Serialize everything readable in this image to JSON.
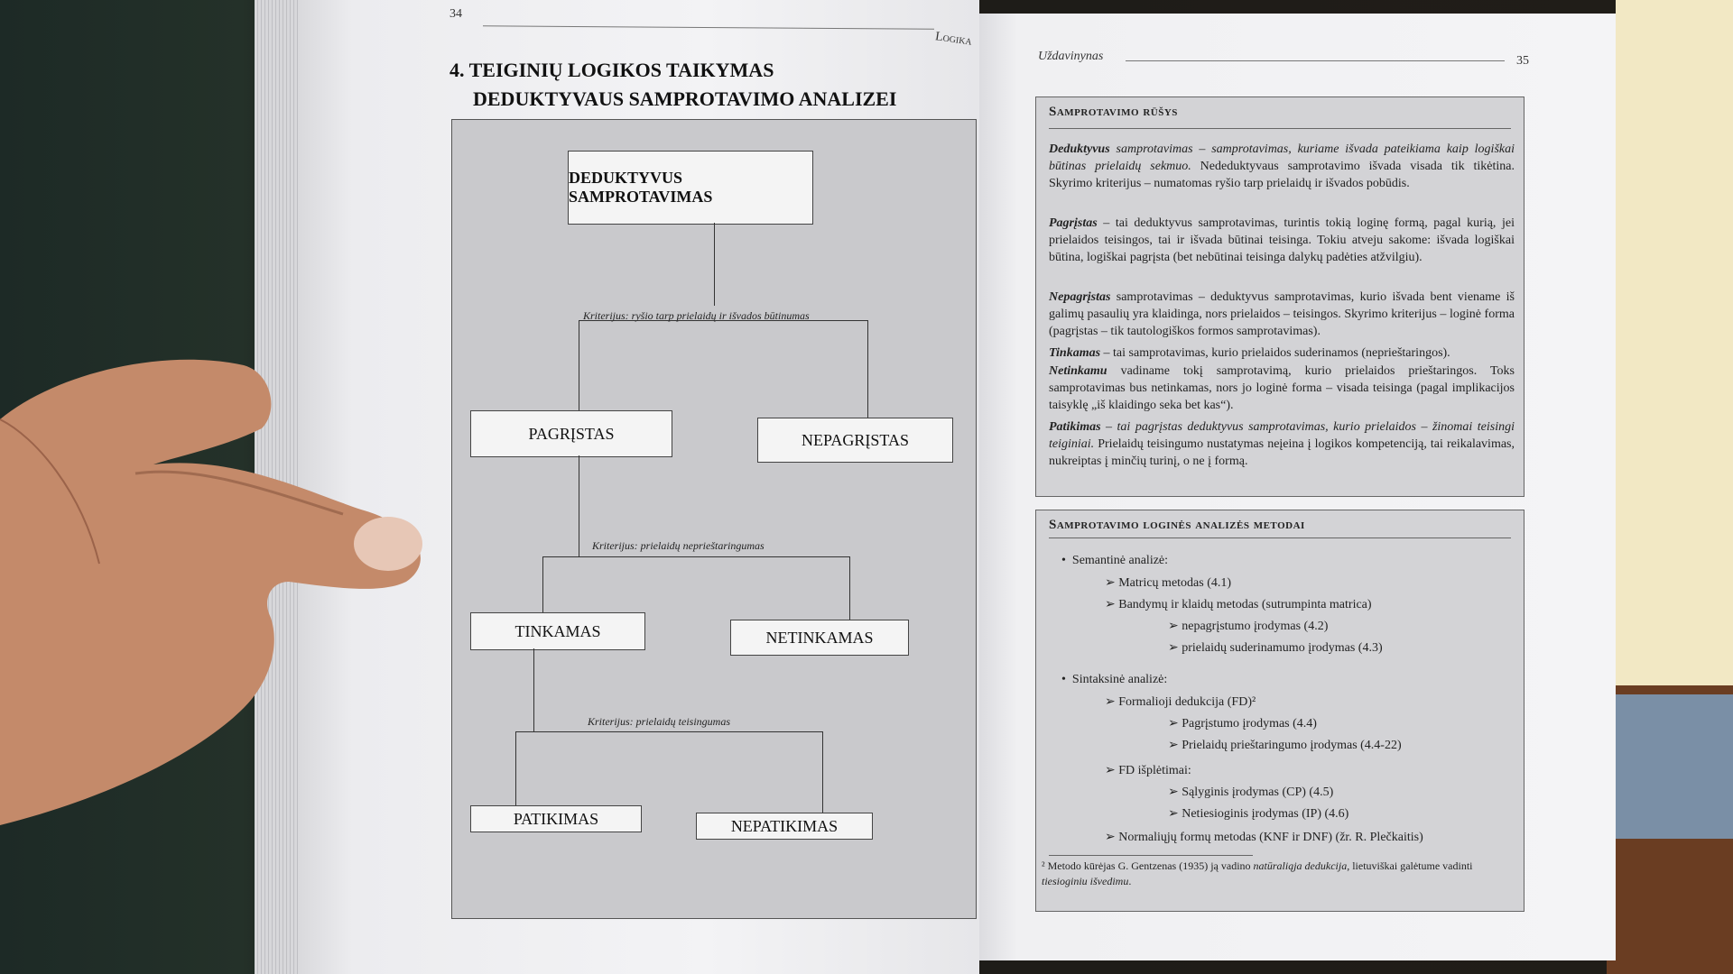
{
  "left_page": {
    "page_number": "34",
    "running_head": "Logika",
    "chapter_title_line1": "4. TEIGINIŲ LOGIKOS TAIKYMAS",
    "chapter_title_line2": "DEDUKTYVAUS SAMPROTAVIMO ANALIZEI",
    "diagram": {
      "root": "DEDUKTYVUS SAMPROTAVIMAS",
      "criterion1": "Kriterijus: ryšio tarp prielaidų ir išvados būtinumas",
      "node_valid": "PAGRĮSTAS",
      "node_invalid": "NEPAGRĮSTAS",
      "criterion2": "Kriterijus: prielaidų neprieštaringumas",
      "node_proper": "TINKAMAS",
      "node_improper": "NETINKAMAS",
      "criterion3": "Kriterijus: prielaidų teisingumas",
      "node_sound": "PATIKIMAS",
      "node_unsound": "NEPATIKIMAS"
    }
  },
  "right_page": {
    "running_head": "Uždavinynas",
    "page_number": "35",
    "panel1": {
      "title": "Samprotavimo rūšys",
      "p1_term": "Deduktyvus",
      "p1_italic": " samprotavimas – samprotavimas, kuriame išvada pateikiama kaip logiškai būtinas prielaidų sekmuo.",
      "p1_rest": " Nededuktyvaus samprotavimo išvada visada tik tikėtina. Skyrimo kriterijus – numatomas ryšio tarp prielaidų ir išvados pobūdis.",
      "p2_term": "Pagrįstas",
      "p2_rest": " – tai deduktyvus samprotavimas, turintis tokią loginę formą, pagal kurią, jei prielaidos teisingos, tai ir išvada būtinai teisinga. Tokiu atveju sakome: išvada logiškai būtina, logiškai pagrįsta (bet nebūtinai teisinga dalykų padėties atžvilgiu).",
      "p3_term": "Nepagrįstas",
      "p3_rest": " samprotavimas – deduktyvus samprotavimas, kurio išvada bent viename iš galimų pasaulių yra klaidinga, nors prielaidos – teisingos. Skyrimo kriterijus – loginė forma (pagrįstas – tik tautologiškos formos samprotavimas).",
      "p4_term": "Tinkamas",
      "p4_rest": " – tai samprotavimas, kurio prielaidos suderinamos (neprieštaringos).",
      "p5_term": "Netinkamu",
      "p5_rest": " vadiname tokį samprotavimą, kurio prielaidos prieštaringos. Toks samprotavimas bus netinkamas, nors jo loginė forma – visada teisinga (pagal implikacijos taisyklę „iš klaidingo seka bet kas“).",
      "p6_term": "Patikimas",
      "p6_italic": " – tai pagrįstas deduktyvus samprotavimas, kurio prielaidos – žinomai teisingi teiginiai.",
      "p6_rest": " Prielaidų teisingumo nustatymas neįeina į logikos kompetenciją, tai reikalavimas, nukreiptas į minčių turinį, o ne į formą."
    },
    "panel2": {
      "title": "Samprotavimo loginės analizės metodai",
      "items": [
        "Semantinė analizė:",
        "Matricų metodas (4.1)",
        "Bandymų ir klaidų metodas (sutrumpinta matrica)",
        "nepagrįstumo įrodymas (4.2)",
        "prielaidų suderinamumo įrodymas (4.3)",
        "Sintaksinė analizė:",
        "Formalioji dedukcija (FD)²",
        "Pagrįstumo įrodymas (4.4)",
        "Prielaidų prieštaringumo įrodymas (4.4-22)",
        "FD išplėtimai:",
        "Sąlyginis įrodymas (CP) (4.5)",
        "Netiesioginis įrodymas (IP) (4.6)",
        "Normaliųjų formų metodas (KNF ir DNF) (žr. R. Plečkaitis)"
      ],
      "footnote_a": "² Metodo kūrėjas G. Gentzenas (1935) ją vadino ",
      "footnote_b": "natūraliąja dedukcija",
      "footnote_c": ", lietuviškai galėtume vadinti ",
      "footnote_d": "tiesioginiu išvedimu",
      "footnote_e": "."
    }
  },
  "colors": {
    "paper": "#f1f1f3",
    "diagram_bg": "#c9c9cc",
    "panel_bg": "#d3d3d6",
    "skin": "#c48a6a"
  }
}
